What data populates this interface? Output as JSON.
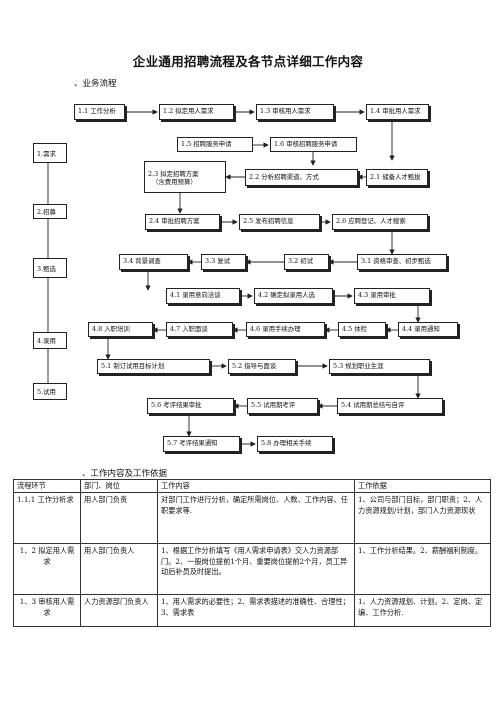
{
  "title": "企业通用招聘流程及各节点详细工作内容",
  "section1": "、业务流程",
  "section2": "、工作内容及工作依据",
  "stages": [
    "1.需求",
    "2.招募",
    "3.甄选",
    "4.录用",
    "5.试用"
  ],
  "flow": {
    "b11": "1.1 工作分析",
    "b12": "1.2  拟定用人需求",
    "b13": "1.3 审核用人需求",
    "b14": "1.4 审批用人需求",
    "b15": "1.5 招聘服务申请",
    "b16": "1.6 审核招聘服务申请",
    "b23_l1": "2.3  拟定招聘方案",
    "b23_l2": "（含费用预算）",
    "b22": "2.2 分析招聘渠道、方式",
    "b21": "2.1 储备人才甄拔",
    "b24": "2.4 审批招聘方案",
    "b25": "2.5 发布招聘信息",
    "b26": "2.6 应聘登记、人才搜索",
    "b34": "3.4 背景调查",
    "b33": "3.3 复试",
    "b32": "3.2 初试",
    "b31": "3.1 资格审查、初步甄选",
    "b41": "4.1 录用意向洽谈",
    "b42": "4.2 确定拟录用人选",
    "b43": "4.3 录用审批",
    "b48": "4.8 入职培训",
    "b47": "4.7 入职面谈",
    "b46": "4.6 录用手续办理",
    "b45": "4.5 体检",
    "b44": "4.4 录用通知",
    "b51": "5.1 制订试用目标计划",
    "b52": "5.2 指导与面谈",
    "b53": "5.3 规划职业生涯",
    "b56": "5.6 考评结果审批",
    "b55": "5.5 试用期考评",
    "b54": "5.4 试用期总结与自评",
    "b57": "5.7 考评结果通知",
    "b58": "5.8 办理相关手续"
  },
  "table": {
    "headers": [
      "流程环节",
      "部门、岗位",
      "工作内容",
      "工作依据"
    ],
    "rows": [
      {
        "step": "1.1.1 工作分析求",
        "dept": "用人部门负责",
        "content": "对部门工作进行分析，确定所需岗位、人数、工作内容、任职要求等.",
        "basis": "1、公司与部门目标，部门职责；2、人力资源规划/计划，部门人力资源现状"
      },
      {
        "step": "1、2 拟定用人需求",
        "dept": "用人部门负责人",
        "content": "1、根据工作分析填写《用人需求申请表》交人力资源部门。2、一般岗位提前1个月、重要岗位提前2个月，员工异动后补员及时提出。",
        "basis": "1、工作分析结果。2、薪酬福利制度。"
      },
      {
        "step": "1、3 审核用人需求",
        "dept": "人力资源部门负责人",
        "content": "1、用人需求的必要性；2、需求表描述的准确性、合理性；3、需求表",
        "basis": "1、人力资源规划、计划。2、定岗、定编、工作分析."
      }
    ]
  }
}
